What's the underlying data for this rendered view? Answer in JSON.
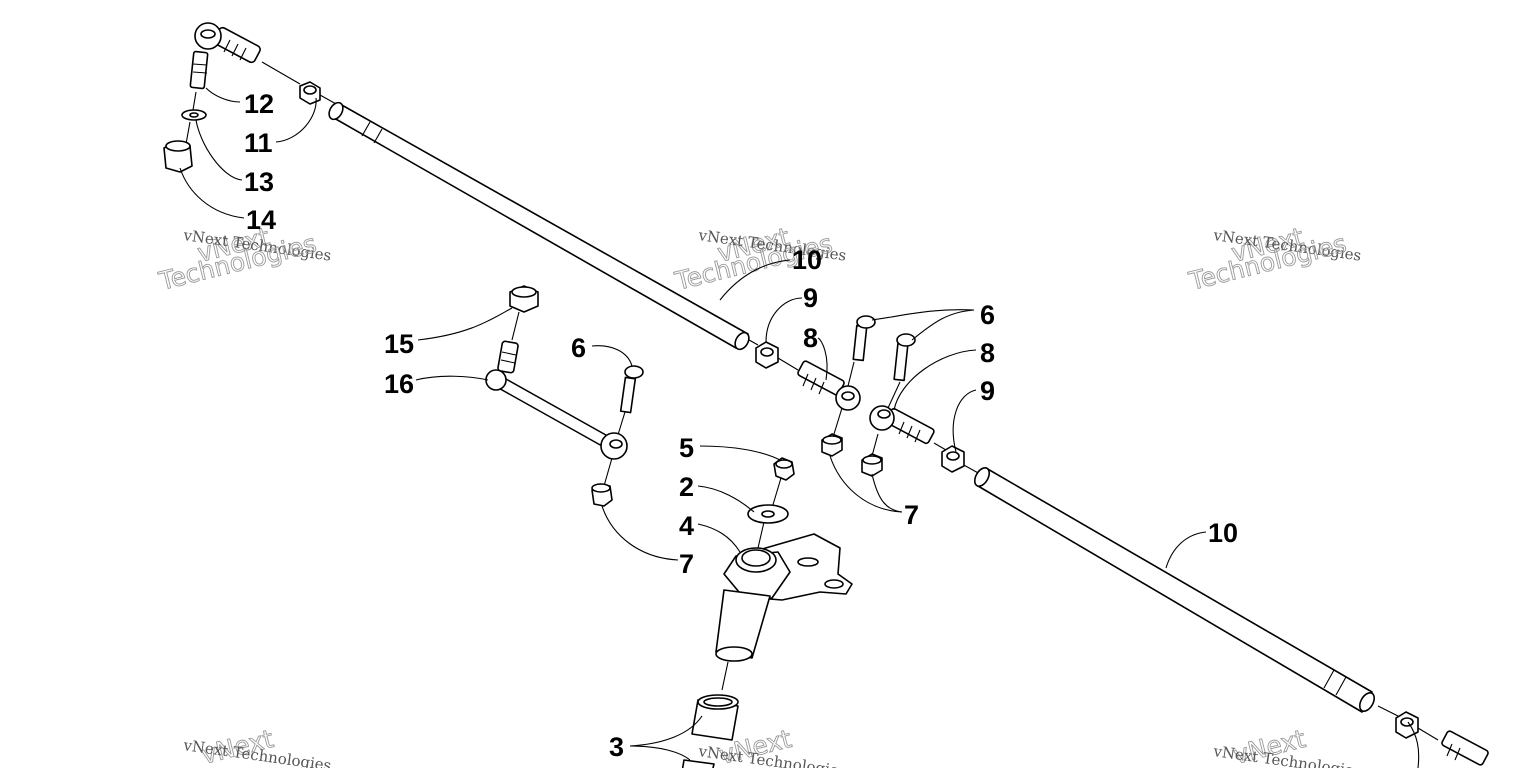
{
  "diagram": {
    "callouts": [
      "12",
      "11",
      "13",
      "14",
      "10",
      "9",
      "8",
      "6",
      "6",
      "8",
      "9",
      "7",
      "15",
      "16",
      "6",
      "5",
      "2",
      "4",
      "7",
      "10",
      "3"
    ],
    "watermark": {
      "line1": "vNext Technologies",
      "big_top": "vNext",
      "big_bottom": "Technologies"
    }
  }
}
